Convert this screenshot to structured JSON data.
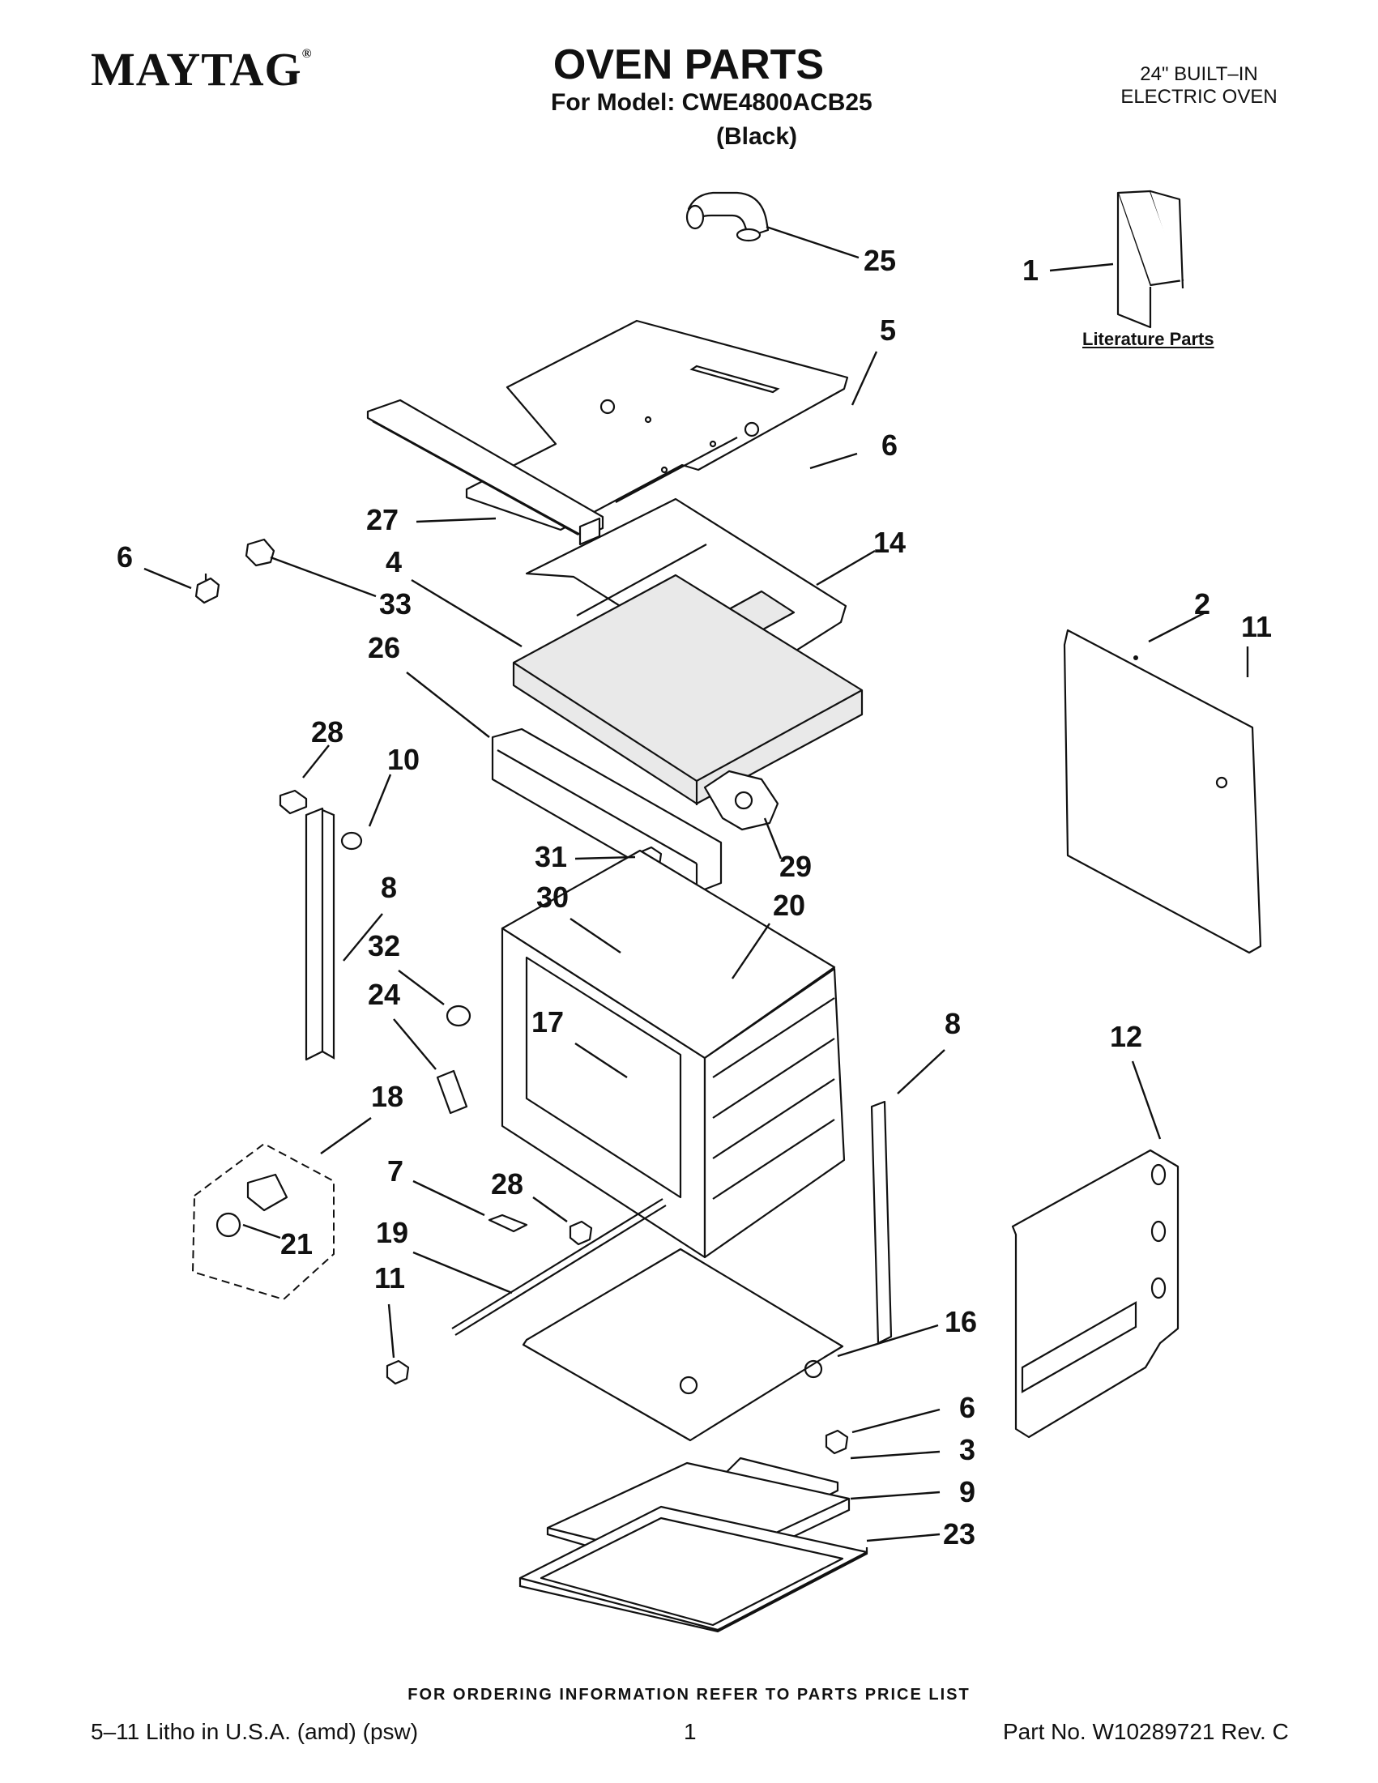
{
  "header": {
    "brand": "MAYTAG",
    "brand_mark": "®",
    "title": "OVEN PARTS",
    "model_line": "For Model: CWE4800ACB25",
    "color_line": "(Black)",
    "type_line1": "24\" BUILT–IN",
    "type_line2": "ELECTRIC OVEN"
  },
  "literature_label": "Literature Parts",
  "callouts": [
    {
      "id": "c25",
      "label": "25"
    },
    {
      "id": "c1",
      "label": "1"
    },
    {
      "id": "c5",
      "label": "5"
    },
    {
      "id": "c6a",
      "label": "6"
    },
    {
      "id": "c27",
      "label": "27"
    },
    {
      "id": "c6b",
      "label": "6"
    },
    {
      "id": "c14",
      "label": "14"
    },
    {
      "id": "c4",
      "label": "4"
    },
    {
      "id": "c33",
      "label": "33"
    },
    {
      "id": "c2",
      "label": "2"
    },
    {
      "id": "c11a",
      "label": "11"
    },
    {
      "id": "c26",
      "label": "26"
    },
    {
      "id": "c28a",
      "label": "28"
    },
    {
      "id": "c10",
      "label": "10"
    },
    {
      "id": "c8a",
      "label": "8"
    },
    {
      "id": "c31",
      "label": "31"
    },
    {
      "id": "c29",
      "label": "29"
    },
    {
      "id": "c30",
      "label": "30"
    },
    {
      "id": "c20",
      "label": "20"
    },
    {
      "id": "c32",
      "label": "32"
    },
    {
      "id": "c24",
      "label": "24"
    },
    {
      "id": "c17",
      "label": "17"
    },
    {
      "id": "c8b",
      "label": "8"
    },
    {
      "id": "c12",
      "label": "12"
    },
    {
      "id": "c18",
      "label": "18"
    },
    {
      "id": "c7",
      "label": "7"
    },
    {
      "id": "c28b",
      "label": "28"
    },
    {
      "id": "c19",
      "label": "19"
    },
    {
      "id": "c21",
      "label": "21"
    },
    {
      "id": "c11b",
      "label": "11"
    },
    {
      "id": "c16",
      "label": "16"
    },
    {
      "id": "c6c",
      "label": "6"
    },
    {
      "id": "c3",
      "label": "3"
    },
    {
      "id": "c9",
      "label": "9"
    },
    {
      "id": "c23",
      "label": "23"
    }
  ],
  "footer": {
    "ordering": "FOR ORDERING INFORMATION REFER TO PARTS PRICE LIST",
    "litho": "5–11 Litho in U.S.A. (amd) (psw)",
    "page": "1",
    "part_no": "Part No. W10289721 Rev. C"
  }
}
